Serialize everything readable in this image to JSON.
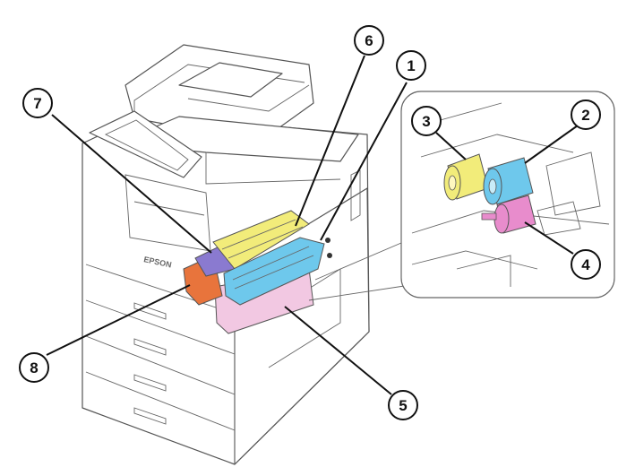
{
  "colors": {
    "yellow": "#f2ec7a",
    "blue": "#6ec8ec",
    "pink": "#e88ccc",
    "orange": "#e8743c",
    "purple": "#8a7ad0",
    "light_pink": "#f2c8e2",
    "outline": "#555555"
  },
  "brand_logo_text": "EPSON",
  "callouts": [
    {
      "id": "callout-1",
      "label": "1"
    },
    {
      "id": "callout-2",
      "label": "2"
    },
    {
      "id": "callout-3",
      "label": "3"
    },
    {
      "id": "callout-4",
      "label": "4"
    },
    {
      "id": "callout-5",
      "label": "5"
    },
    {
      "id": "callout-6",
      "label": "6"
    },
    {
      "id": "callout-7",
      "label": "7"
    },
    {
      "id": "callout-8",
      "label": "8"
    }
  ]
}
